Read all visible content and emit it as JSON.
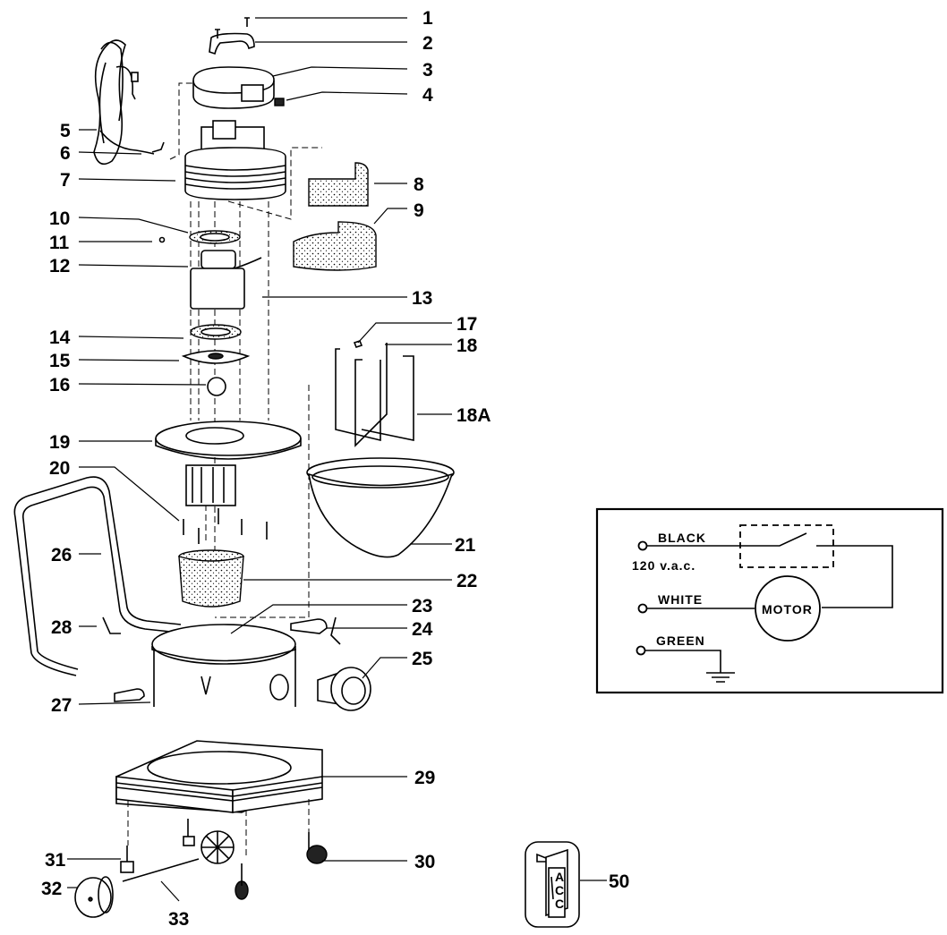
{
  "diagram": {
    "type": "exploded-parts-diagram",
    "subject": "wet/dry vacuum cleaner",
    "callouts": [
      {
        "id": "1",
        "label": "1"
      },
      {
        "id": "2",
        "label": "2"
      },
      {
        "id": "3",
        "label": "3"
      },
      {
        "id": "4",
        "label": "4"
      },
      {
        "id": "5",
        "label": "5"
      },
      {
        "id": "6",
        "label": "6"
      },
      {
        "id": "7",
        "label": "7"
      },
      {
        "id": "8",
        "label": "8"
      },
      {
        "id": "9",
        "label": "9"
      },
      {
        "id": "10",
        "label": "10"
      },
      {
        "id": "11",
        "label": "11"
      },
      {
        "id": "12",
        "label": "12"
      },
      {
        "id": "13",
        "label": "13"
      },
      {
        "id": "14",
        "label": "14"
      },
      {
        "id": "15",
        "label": "15"
      },
      {
        "id": "16",
        "label": "16"
      },
      {
        "id": "17",
        "label": "17"
      },
      {
        "id": "18",
        "label": "18"
      },
      {
        "id": "18A",
        "label": "18A"
      },
      {
        "id": "19",
        "label": "19"
      },
      {
        "id": "20",
        "label": "20"
      },
      {
        "id": "21",
        "label": "21"
      },
      {
        "id": "22",
        "label": "22"
      },
      {
        "id": "23",
        "label": "23"
      },
      {
        "id": "24",
        "label": "24"
      },
      {
        "id": "25",
        "label": "25"
      },
      {
        "id": "26",
        "label": "26"
      },
      {
        "id": "27",
        "label": "27"
      },
      {
        "id": "28",
        "label": "28"
      },
      {
        "id": "29",
        "label": "29"
      },
      {
        "id": "30",
        "label": "30"
      },
      {
        "id": "31",
        "label": "31"
      },
      {
        "id": "32",
        "label": "32"
      },
      {
        "id": "33",
        "label": "33"
      },
      {
        "id": "50",
        "label": "50"
      }
    ],
    "accessory_card": {
      "text_lines": [
        "A",
        "C",
        "C"
      ]
    }
  },
  "wiring_diagram": {
    "black_label": "BLACK",
    "voltage_label": "120 v.a.c.",
    "white_label": "WHITE",
    "green_label": "GREEN",
    "motor_label": "MOTOR"
  }
}
